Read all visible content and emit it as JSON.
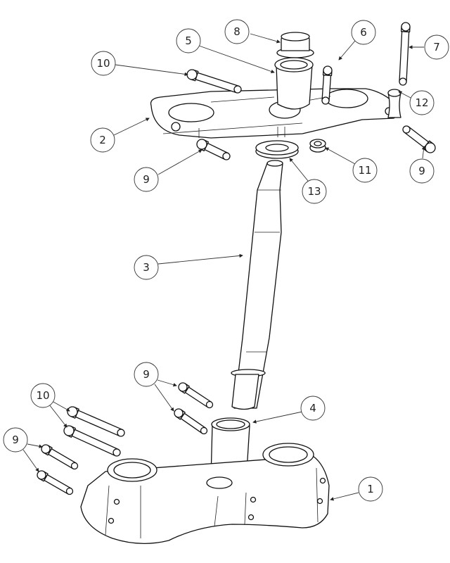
{
  "diagram": {
    "type": "exploded-assembly-view",
    "callouts": {
      "c1": "1",
      "c2": "2",
      "c3": "3",
      "c4": "4",
      "c5": "5",
      "c6": "6",
      "c7": "7",
      "c8": "8",
      "c9a": "9",
      "c9b": "9",
      "c9c": "9",
      "c9d": "9",
      "c10a": "10",
      "c10b": "10",
      "c11": "11",
      "c12": "12",
      "c13": "13"
    }
  }
}
